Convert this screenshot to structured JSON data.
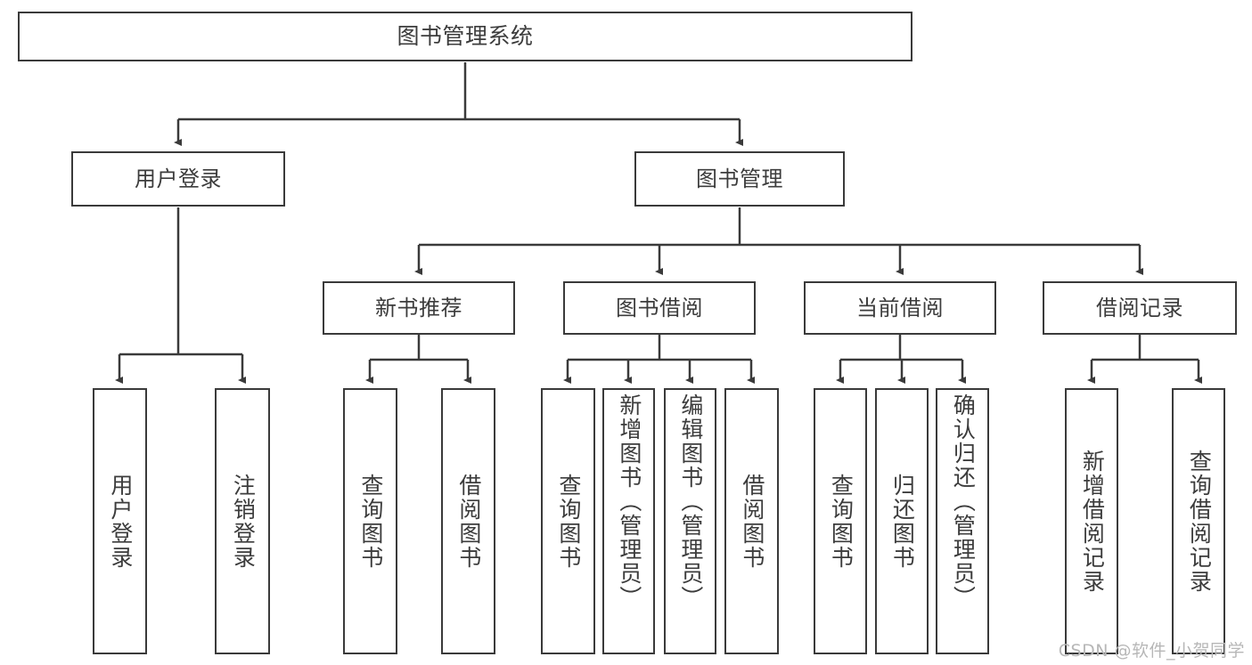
{
  "diagram": {
    "title": "图书管理系统",
    "type": "tree-hierarchy-diagram",
    "colors": {
      "box_border": "#3a3a3a",
      "box_fill": "#ffffff",
      "text": "#3c3c3c",
      "edge": "#3a3a3a",
      "watermark": "#b7b7b7"
    },
    "levels": {
      "root": {
        "label": "图书管理系统"
      },
      "level2": [
        {
          "label": "用户登录"
        },
        {
          "label": "图书管理"
        }
      ],
      "level3": [
        {
          "label": "新书推荐"
        },
        {
          "label": "图书借阅"
        },
        {
          "label": "当前借阅"
        },
        {
          "label": "借阅记录"
        }
      ],
      "leaves": {
        "user_login": [
          {
            "label": "用户登录"
          },
          {
            "label": "注销登录"
          }
        ],
        "new_book_recommend": [
          {
            "label": "查询图书"
          },
          {
            "label": "借阅图书"
          }
        ],
        "book_borrow": [
          {
            "label": "查询图书"
          },
          {
            "label": "新增图书（管理员）"
          },
          {
            "label": "编辑图书（管理员）"
          },
          {
            "label": "借阅图书"
          }
        ],
        "current_borrow": [
          {
            "label": "查询图书"
          },
          {
            "label": "归还图书"
          },
          {
            "label": "确认归还（管理员）"
          }
        ],
        "borrow_records": [
          {
            "label": "新增借阅记录"
          },
          {
            "label": "查询借阅记录"
          }
        ]
      }
    }
  },
  "watermark": {
    "text": "CSDN @软件_小贺同学"
  }
}
